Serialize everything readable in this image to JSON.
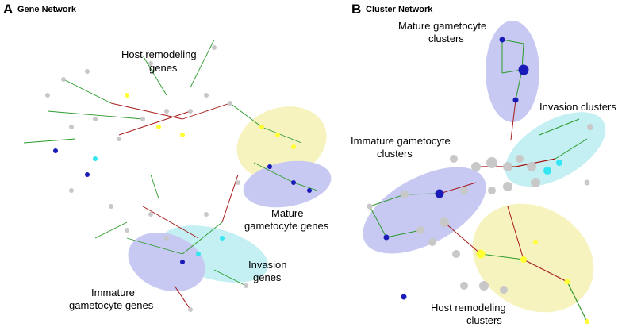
{
  "panels": [
    {
      "letter": "A",
      "title": "Gene Network",
      "annotations": [
        {
          "id": "host",
          "lines": [
            "Host remodeling",
            "genes"
          ]
        },
        {
          "id": "mature",
          "lines": [
            "Mature",
            "gametocyte genes"
          ]
        },
        {
          "id": "invasion",
          "lines": [
            "Invasion",
            "genes"
          ]
        },
        {
          "id": "immature",
          "lines": [
            "Immature",
            "gametocyte genes"
          ]
        }
      ]
    },
    {
      "letter": "B",
      "title": "Cluster Network",
      "annotations": [
        {
          "id": "mature",
          "lines": [
            "Mature gametocyte",
            "clusters"
          ]
        },
        {
          "id": "invasion",
          "lines": [
            "Invasion clusters"
          ]
        },
        {
          "id": "immature",
          "lines": [
            "Immature gametocyte",
            "clusters"
          ]
        },
        {
          "id": "host",
          "lines": [
            "Host remodeling",
            "clusters"
          ]
        }
      ]
    }
  ],
  "colors": {
    "node_default": "#c8c8c8",
    "node_yellow": "#ffff33",
    "node_blue": "#1a1ab8",
    "node_cyan": "#33e6f2",
    "edge_green": "#2a9a2a",
    "edge_red": "#a81818",
    "region_yellow": "#f7f3bf",
    "region_blue": "#c7c9f2",
    "region_cyan": "#c4f0f4"
  }
}
